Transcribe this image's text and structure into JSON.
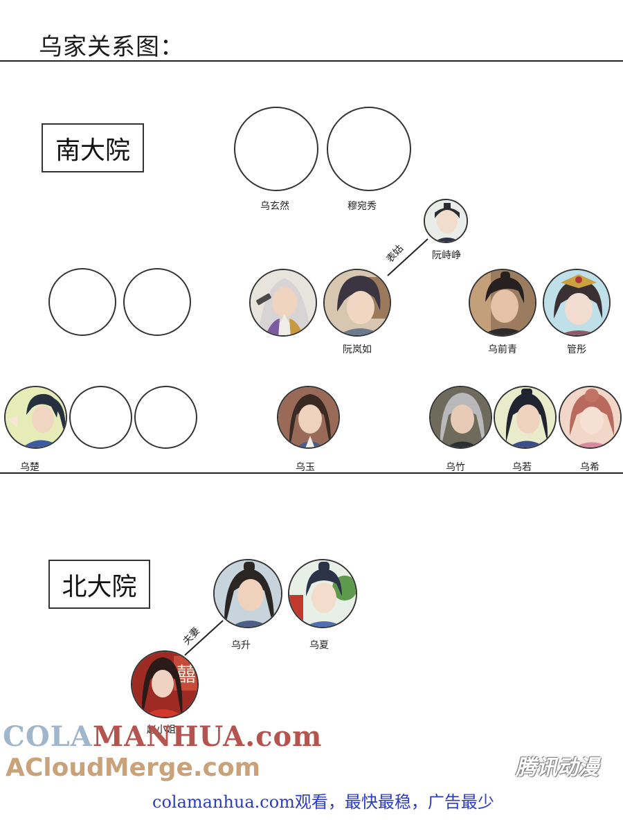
{
  "title": "乌家关系图：",
  "sections": {
    "south": "南大院",
    "north": "北大院"
  },
  "relations": {
    "cousin": "表姑",
    "spouse": "夫妻"
  },
  "people": {
    "wu_xuanran": "乌玄然",
    "mu_wanxiu": "穆宛秀",
    "ruan_shizheng": "阮峙峥",
    "ruan_lanru": "阮岚如",
    "wu_qianqing": "乌前青",
    "guan_tong": "管彤",
    "wu_chu": "乌楚",
    "wu_yu": "乌玉",
    "wu_zhu": "乌竹",
    "wu_ruo": "乌若",
    "wu_xi": "乌希",
    "wu_sheng": "乌升",
    "wu_xia": "乌夏",
    "zhao_xiaojie": "赵小姐"
  },
  "watermarks": {
    "cola_a": "COLA",
    "cola_b": "MANHUA.com",
    "acloud": "ACloudMerge.com",
    "tencent": "腾讯动漫"
  },
  "footer": "colamanhua.com观看，最快最稳，广告最少",
  "colors": {
    "ink": "#222222",
    "footer_blue": "#2b3cc4",
    "wm_blue": "#9fb6cc",
    "wm_red": "#b5544e",
    "wm_tan": "#c9a27a"
  }
}
